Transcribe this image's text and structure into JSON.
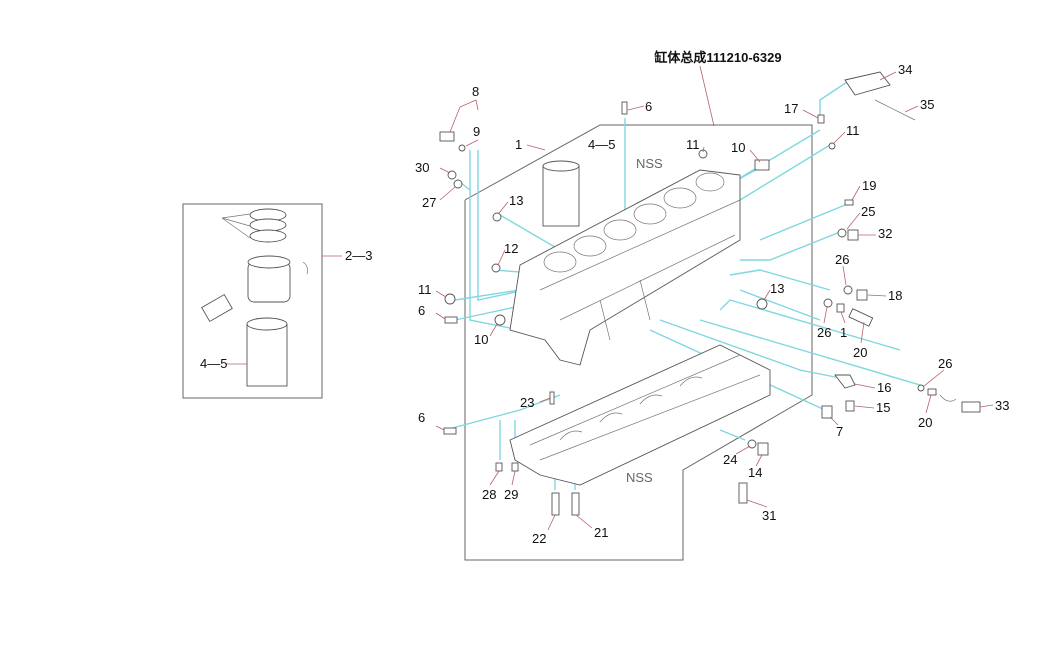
{
  "title": "缸体总成111210-6329",
  "nss_label": "NSS",
  "inset_labels": [
    "2—3",
    "4—5"
  ],
  "callouts": [
    "8",
    "9",
    "6",
    "17",
    "34",
    "35",
    "11",
    "1",
    "4—5",
    "11",
    "10",
    "30",
    "27",
    "13",
    "19",
    "25",
    "32",
    "12",
    "26",
    "18",
    "11",
    "6",
    "13",
    "26",
    "1",
    "20",
    "10",
    "26",
    "16",
    "23",
    "15",
    "6",
    "33",
    "20",
    "7",
    "24",
    "14",
    "28",
    "29",
    "31",
    "22",
    "21"
  ],
  "colors": {
    "leader": "#b7606a",
    "guide": "#7fd7e0",
    "frame": "#666666"
  }
}
